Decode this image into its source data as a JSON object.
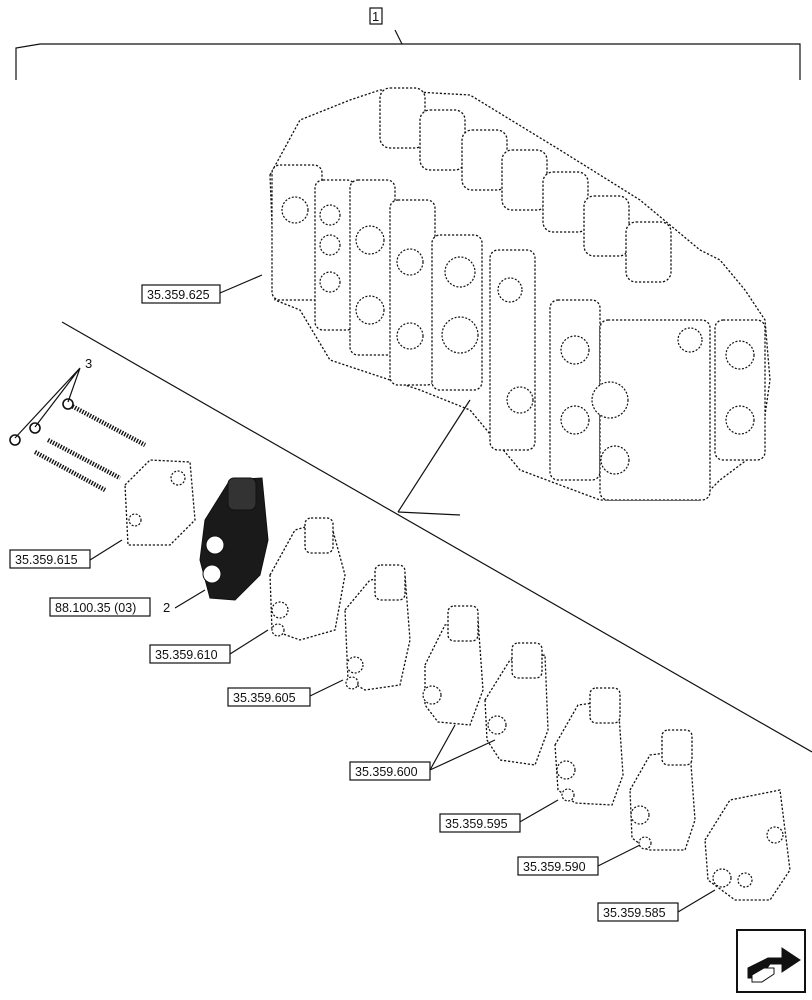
{
  "diagram": {
    "assembly_callout": "1",
    "item_callouts": {
      "tie_rods": "3",
      "section_2": "2"
    },
    "part_labels": {
      "assembly": "35.359.625",
      "end_cover": "35.359.615",
      "section_2_ref": "88.100.35 (03)",
      "section_a": "35.359.610",
      "section_b": "35.359.605",
      "section_c": "35.359.600",
      "section_d": "35.359.595",
      "section_e": "35.359.590",
      "section_f": "35.359.585"
    },
    "nav_icon": "arrow-navigation-icon"
  }
}
